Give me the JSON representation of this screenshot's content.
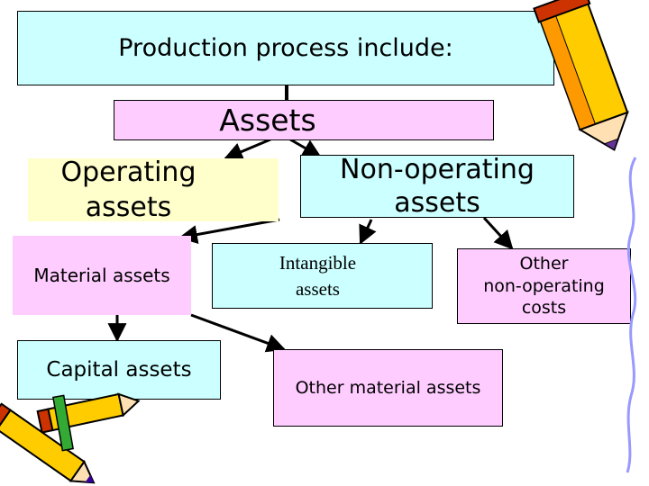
{
  "title": "Production process include:",
  "nodes": {
    "assets": "Assets",
    "operating_assets": "Operating\nassets",
    "non_operating_assets": "Non-operating\nassets",
    "material_assets": "Material assets",
    "intangible_assets": "Intangible\nassets",
    "other_non_operating_costs": "Other\nnon-operating\ncosts",
    "capital_assets": "Capital assets",
    "other_material_assets": "Other material assets"
  },
  "colors": {
    "cyan_box": "#ccffff",
    "pink_box": "#ffccff",
    "yellow_box": "#ffffcc"
  },
  "decorations": [
    "pencil-icon",
    "pencils-icon"
  ]
}
